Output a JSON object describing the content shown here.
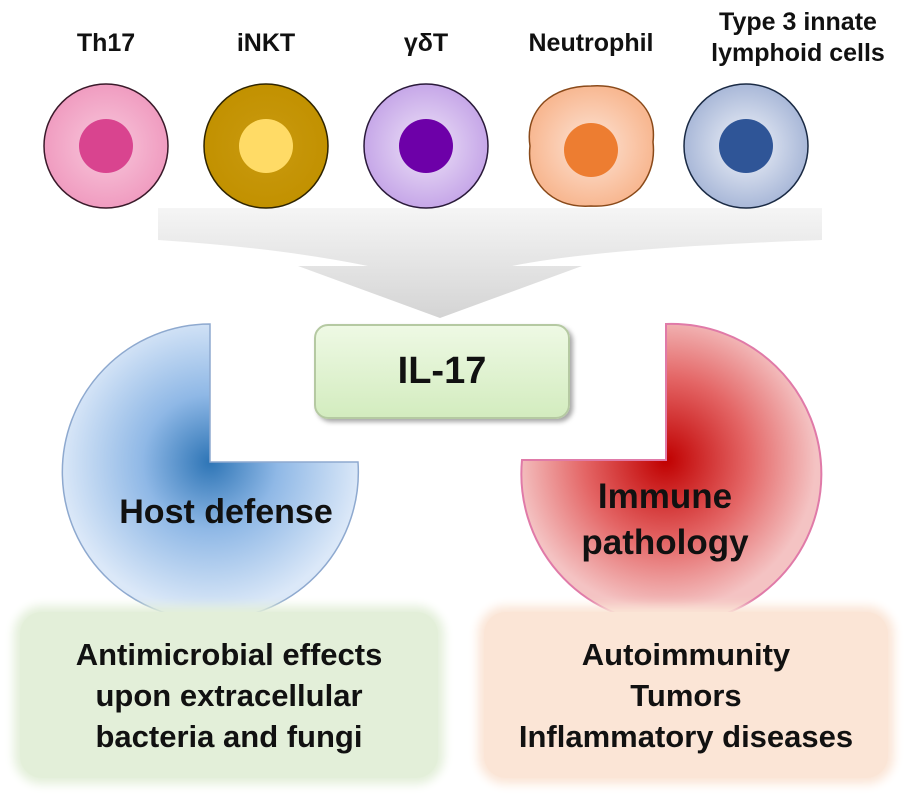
{
  "cells": [
    {
      "label": "Th17",
      "fill_inner": "#f8c8dc",
      "fill_outer": "#f09cc0",
      "nucleus": "#d9448f",
      "stroke": "#3a1a2a"
    },
    {
      "label": "iNKT",
      "fill_inner": "#c99a10",
      "fill_outer": "#c29100",
      "nucleus": "#ffdb66",
      "stroke": "#2e2400"
    },
    {
      "label": "γδT",
      "fill_inner": "#eee3f8",
      "fill_outer": "#c6a7e8",
      "nucleus": "#6d00a8",
      "stroke": "#2a1a3a"
    },
    {
      "label": "Neutrophil",
      "fill_inner": "#fde4d6",
      "fill_outer": "#f8b892",
      "nucleus": "#ed7d31",
      "stroke": "#8a4a1a"
    },
    {
      "label": "Type 3 innate\nlymphoid cells",
      "fill_inner": "#f1f4fa",
      "fill_outer": "#a9b8d8",
      "nucleus": "#2f5597",
      "stroke": "#1a2a44"
    }
  ],
  "center": {
    "label": "IL-17"
  },
  "outcomes": {
    "left": {
      "label": "Host defense",
      "color": "#2e75b6"
    },
    "right": {
      "label": "Immune\npathology",
      "color": "#c00000"
    }
  },
  "effects": {
    "left": "Antimicrobial effects\nupon extracellular\nbacteria and fungi",
    "right": "Autoimmunity\nTumors\nInflammatory diseases"
  }
}
